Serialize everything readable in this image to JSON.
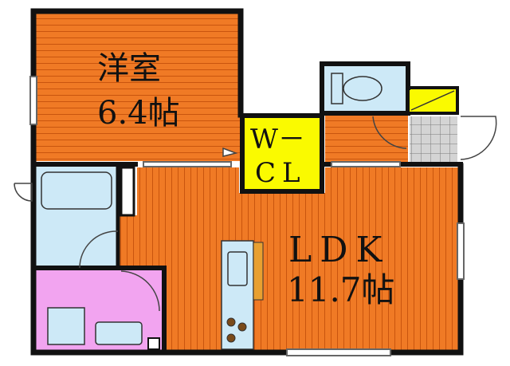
{
  "rooms": {
    "western": {
      "name": "洋室",
      "size": "6.4帖"
    },
    "ldk": {
      "name": "LDK",
      "size": "11.7帖"
    },
    "closet": {
      "line1": "W－",
      "line2": "CL"
    }
  },
  "colors": {
    "wall": "#111111",
    "room_floor": "#f07a25",
    "floor_stripe": "#c9550e",
    "closet": "#fafa00",
    "toilet_bath": "#cde9f7",
    "washroom": "#f2a4f0",
    "genkan_tile": "#cfcfcf",
    "kitchen_counter": "#cde9f7",
    "cabinet": "#e8a030"
  }
}
